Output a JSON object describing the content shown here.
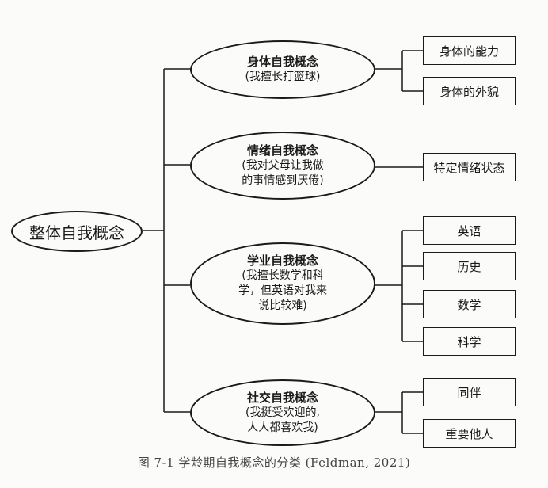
{
  "root": "整体自我概念",
  "nodes": [
    {
      "title": "身体自我概念",
      "sub": "(我擅长打篮球)",
      "children": [
        "身体的能力",
        "身体的外貌"
      ]
    },
    {
      "title": "情绪自我概念",
      "sub": "(我对父母让我做\n的事情感到厌倦)",
      "children": [
        "特定情绪状态"
      ]
    },
    {
      "title": "学业自我概念",
      "sub": "(我擅长数学和科\n学，但英语对我来\n说比较难)",
      "children": [
        "英语",
        "历史",
        "数学",
        "科学"
      ]
    },
    {
      "title": "社交自我概念",
      "sub": "(我挺受欢迎的,\n人人都喜欢我)",
      "children": [
        "同伴",
        "重要他人"
      ]
    }
  ],
  "caption": "图 7-1  学龄期自我概念的分类 (Feldman, 2021)"
}
